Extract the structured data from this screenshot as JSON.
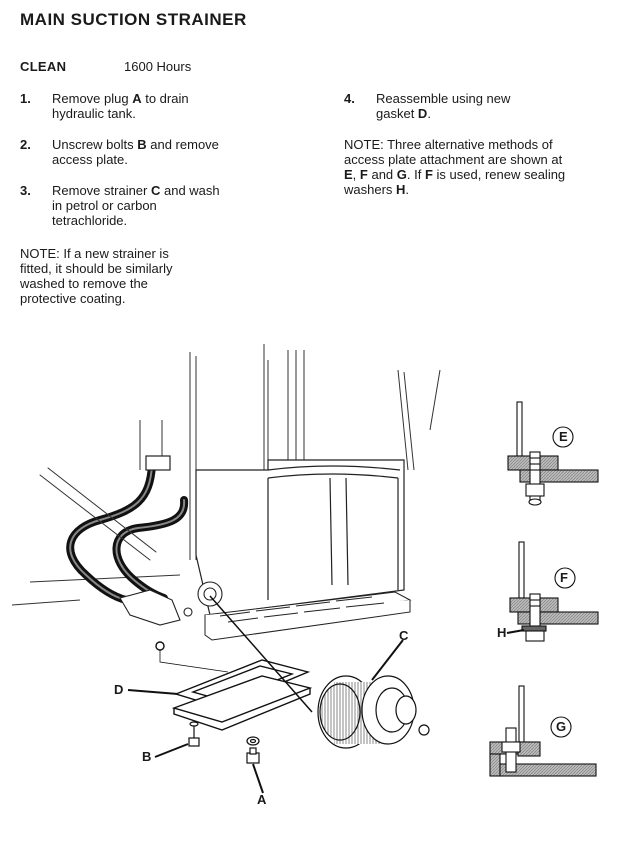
{
  "title": "MAIN SUCTION STRAINER",
  "interval": {
    "label": "CLEAN",
    "value": "1600 Hours"
  },
  "steps": [
    {
      "num": "1.",
      "parts": [
        "Remove plug ",
        "A",
        " to drain hydraulic tank."
      ]
    },
    {
      "num": "2.",
      "parts": [
        "Unscrew bolts ",
        "B",
        " and remove access plate."
      ]
    },
    {
      "num": "3.",
      "parts": [
        "Remove strainer ",
        "C",
        " and wash in petrol or carbon tetrachloride."
      ]
    },
    {
      "num": "4.",
      "parts": [
        "Reassemble using new gasket ",
        "D",
        "."
      ]
    }
  ],
  "note_left": "NOTE:  If a new strainer is fitted, it should be similarly washed to remove the protective coating.",
  "note_right": {
    "prefix": "NOTE:  Three alternative methods of access plate attachment are shown at",
    "e": "E",
    "sep1": ", ",
    "f": "F",
    "and1": " and ",
    "g": "G",
    "mid": ".  If ",
    "f2": "F",
    "mid2": " is used, renew sealing washers ",
    "h": "H",
    "end": "."
  },
  "callouts": {
    "a": "A",
    "b": "B",
    "c": "C",
    "d": "D",
    "e": "E",
    "f": "F",
    "g": "G",
    "h": "H"
  }
}
